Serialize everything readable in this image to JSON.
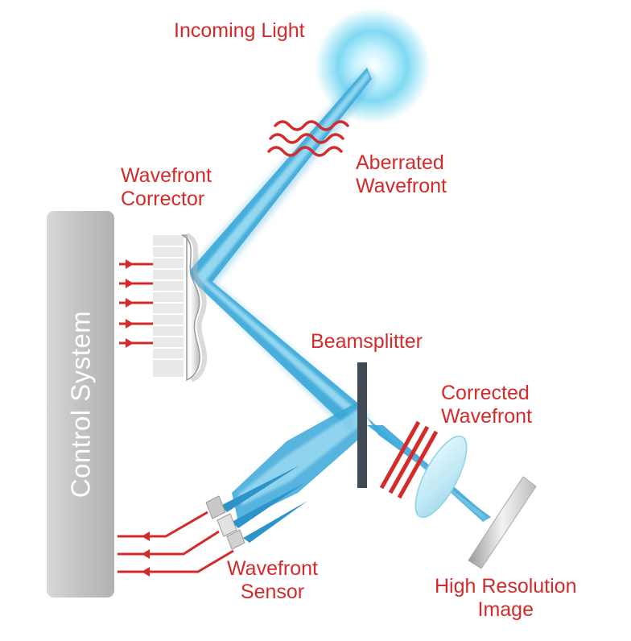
{
  "labels": {
    "incoming_light": "Incoming Light",
    "aberrated_wavefront": [
      "Aberrated",
      "Wavefront"
    ],
    "wavefront_corrector": [
      "Wavefront",
      "Corrector"
    ],
    "beamsplitter": "Beamsplitter",
    "corrected_wavefront": [
      "Corrected",
      "Wavefront"
    ],
    "control_system": "Control System",
    "wavefront_sensor": [
      "Wavefront",
      "Sensor"
    ],
    "high_resolution_image": [
      "High Resolution",
      "Image"
    ]
  },
  "colors": {
    "label_red": "#d42a2a",
    "beam_blue": "#3aa7d8",
    "signal_red": "#d42a2a",
    "panel_gray": "#c8c8c8"
  }
}
